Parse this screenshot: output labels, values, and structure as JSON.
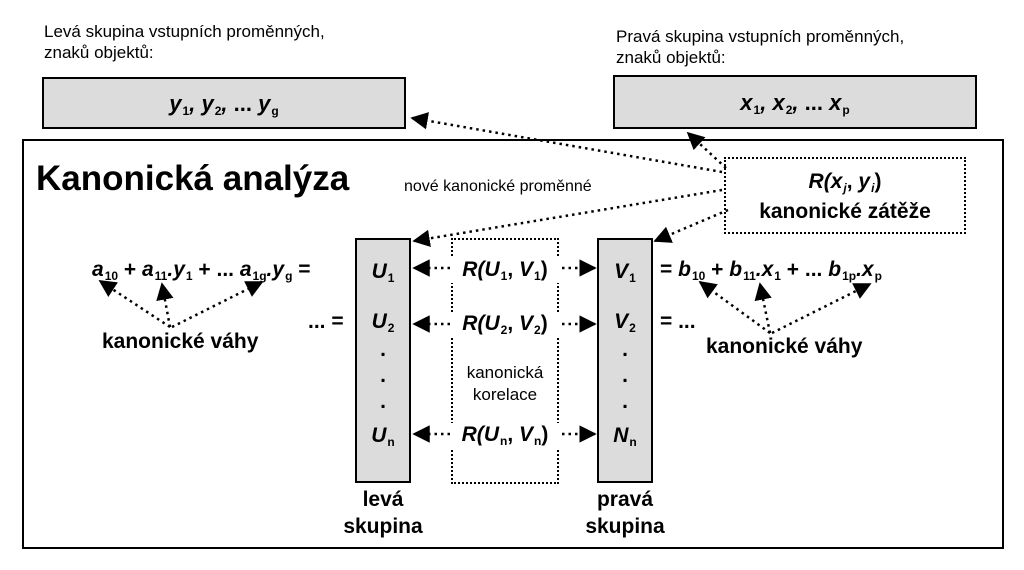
{
  "top_left": {
    "caption_line1": "Levá skupina vstupních proměnných,",
    "caption_line2": "znaků objektů:",
    "vars": {
      "a": "y",
      "a_sub": "1",
      "b": "y",
      "b_sub": "2",
      "dots": "...",
      "c": "y",
      "c_sub": "g"
    }
  },
  "top_right": {
    "caption_line1": "Pravá skupina vstupních proměnných,",
    "caption_line2": "znaků objektů:",
    "vars": {
      "a": "x",
      "a_sub": "1",
      "b": "x",
      "b_sub": "2",
      "dots": "...",
      "c": "x",
      "c_sub": "p"
    }
  },
  "main": {
    "title": "Kanonická analýza",
    "note": "nové kanonické proměnné",
    "loadings": {
      "line1_R": "R(",
      "line1_x": "x",
      "line1_xsub": "j",
      "line1_comma": ", ",
      "line1_y": "y",
      "line1_ysub": "i",
      "line1_close": ")",
      "line2": "kanonické zátěže"
    },
    "left_eq": {
      "a10": "a",
      "a10_sub": "10",
      "plus1": " + ",
      "a11": "a",
      "a11_sub": "11",
      "dot_y1": ".y",
      "y1_sub": "1",
      "plus2": " + ... ",
      "a1g": "a",
      "a1g_sub": "1g",
      "dot_yg": ".y",
      "yg_sub": "g",
      "eq": " =",
      "row2": "... ="
    },
    "left_weights": "kanonické váhy",
    "right_eq": {
      "eq": "= ",
      "b10": "b",
      "b10_sub": "10",
      "plus1": " + ",
      "b11": "b",
      "b11_sub": "11",
      "dot_x1": ".x",
      "x1_sub": "1",
      "plus2": " + ... ",
      "b1p": "b",
      "b1p_sub": "1p",
      "dot_xp": ".x",
      "xp_sub": "p",
      "row2": "= ..."
    },
    "right_weights": "kanonické váhy",
    "left_column": {
      "items": [
        {
          "var": "U",
          "sub": "1"
        },
        {
          "var": "U",
          "sub": "2"
        },
        {
          "var": "U",
          "sub": "n"
        }
      ],
      "dots": ".",
      "label_line1": "levá",
      "label_line2": "skupina"
    },
    "right_column": {
      "items": [
        {
          "var": "V",
          "sub": "1"
        },
        {
          "var": "V",
          "sub": "2"
        },
        {
          "var": "N",
          "sub": "n"
        }
      ],
      "dots": ".",
      "label_line1": "pravá",
      "label_line2": "skupina"
    },
    "correlations": [
      {
        "R": "R(",
        "u": "U",
        "us": "1",
        "c": ", ",
        "v": "V",
        "vs": "1",
        "close": ")"
      },
      {
        "R": "R(",
        "u": "U",
        "us": "2",
        "c": ", ",
        "v": "V",
        "vs": "2",
        "close": ")"
      },
      {
        "R": "R(",
        "u": "U",
        "us": "n",
        "c": ", ",
        "v": "V",
        "vs": "n",
        "close": ")"
      }
    ],
    "corr_label_line1": "kanonická",
    "corr_label_line2": "korelace"
  }
}
